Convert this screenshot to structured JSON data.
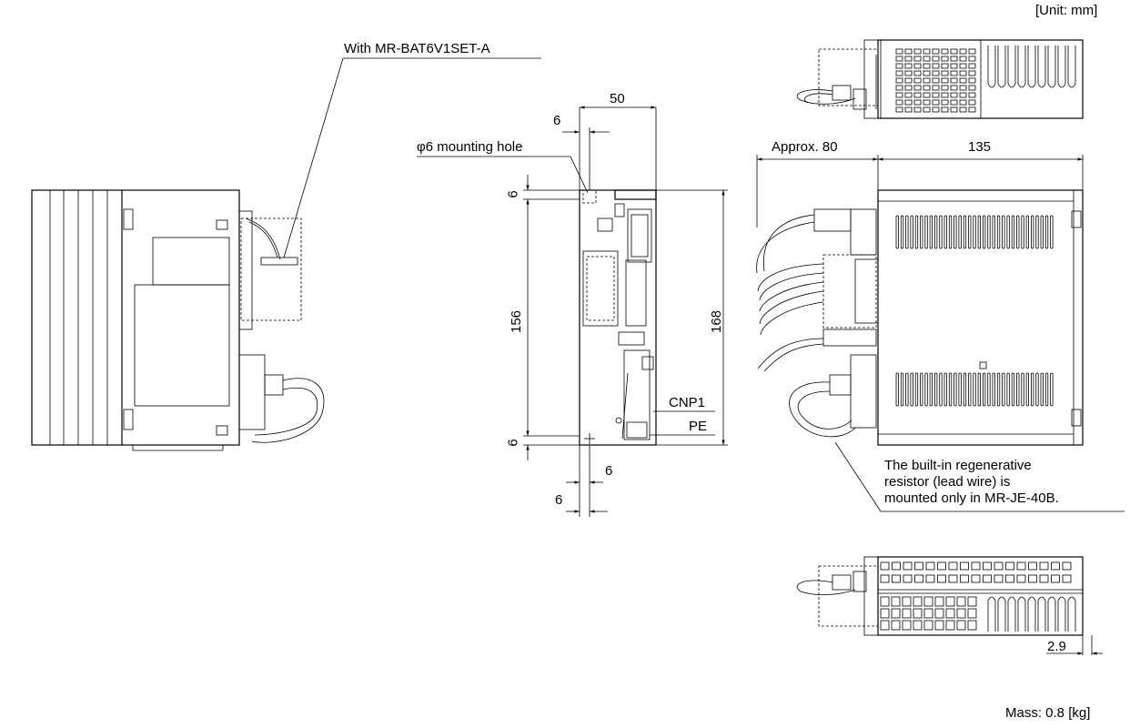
{
  "unit_label": "[Unit: mm]",
  "mass_label": "Mass: 0.8 [kg]",
  "battery_label": "With MR-BAT6V1SET-A",
  "mounting_hole_label": "φ6 mounting hole",
  "dims": {
    "width_50": "50",
    "offset_6_top": "6",
    "approx_80": "Approx. 80",
    "depth_135": "135",
    "gap_6_upper": "6",
    "height_156": "156",
    "height_168": "168",
    "gap_6_lower": "6",
    "offset_6_bottom_a": "6",
    "offset_6_bottom_b": "6",
    "depth_2_9": "2.9"
  },
  "connector_labels": {
    "cnp1": "CNP1",
    "pe": "PE"
  },
  "note_lines": [
    "The built-in regenerative",
    "resistor (lead wire) is",
    "mounted only in MR-JE-40B."
  ]
}
